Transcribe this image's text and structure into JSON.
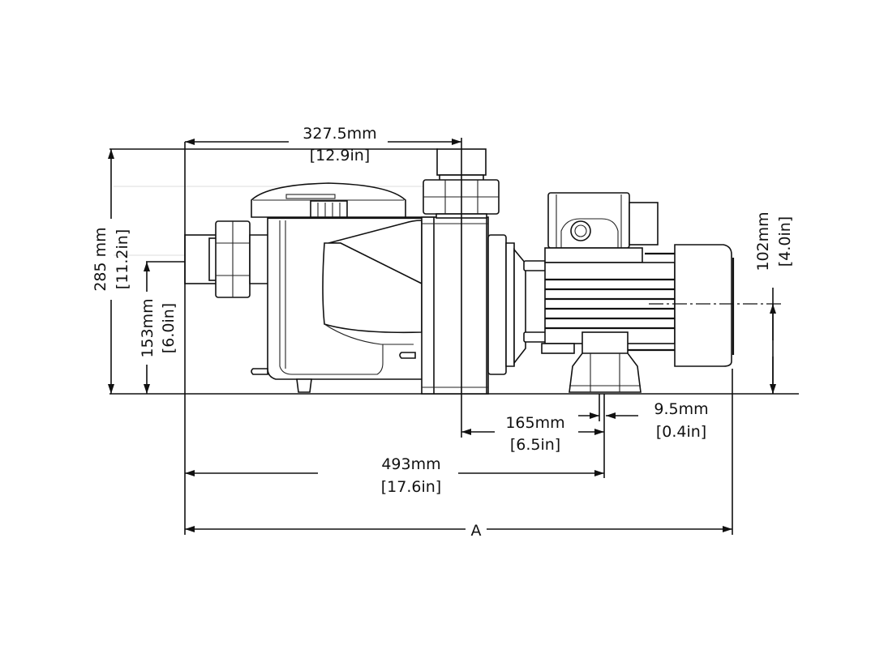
{
  "diagram": {
    "subject": "pool-pump-side-view",
    "line_color": "#111111",
    "background": "#ffffff"
  },
  "dimensions": {
    "outlet_offset": {
      "mm": "327.5mm",
      "in": "[12.9in]"
    },
    "overall_height": {
      "mm": "285 mm",
      "in": "[11.2in]"
    },
    "inlet_height": {
      "mm": "153mm",
      "in": "[6.0in]"
    },
    "shaft_height": {
      "mm": "102mm",
      "in": "[4.0in]"
    },
    "foot_offset": {
      "mm": "165mm",
      "in": "[6.5in]"
    },
    "foot_slot": {
      "mm": "9.5mm",
      "in": "[0.4in]"
    },
    "inlet_to_foot": {
      "mm": "493mm",
      "in": "[17.6in]"
    },
    "overall_length": {
      "label": "A"
    }
  }
}
